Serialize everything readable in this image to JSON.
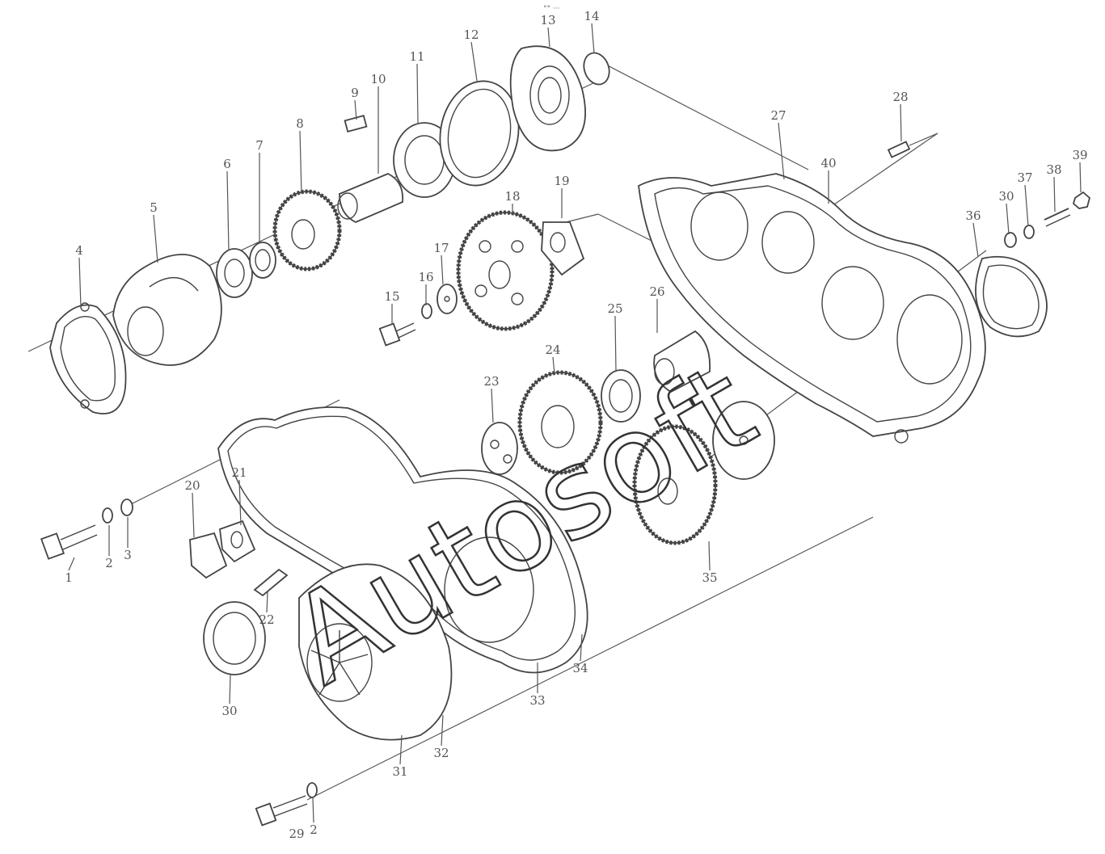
{
  "header_mark": "°° ···",
  "watermark": "Autosoft",
  "labels": [
    {
      "id": "p1",
      "text": "1"
    },
    {
      "id": "p2a",
      "text": "2"
    },
    {
      "id": "p3",
      "text": "3"
    },
    {
      "id": "p4",
      "text": "4"
    },
    {
      "id": "p5",
      "text": "5"
    },
    {
      "id": "p6",
      "text": "6"
    },
    {
      "id": "p7",
      "text": "7"
    },
    {
      "id": "p8",
      "text": "8"
    },
    {
      "id": "p9",
      "text": "9"
    },
    {
      "id": "p10",
      "text": "10"
    },
    {
      "id": "p11",
      "text": "11"
    },
    {
      "id": "p12",
      "text": "12"
    },
    {
      "id": "p13",
      "text": "13"
    },
    {
      "id": "p14",
      "text": "14"
    },
    {
      "id": "p15",
      "text": "15"
    },
    {
      "id": "p16",
      "text": "16"
    },
    {
      "id": "p17",
      "text": "17"
    },
    {
      "id": "p18",
      "text": "18"
    },
    {
      "id": "p19",
      "text": "19"
    },
    {
      "id": "p20",
      "text": "20"
    },
    {
      "id": "p21",
      "text": "21"
    },
    {
      "id": "p22",
      "text": "22"
    },
    {
      "id": "p23",
      "text": "23"
    },
    {
      "id": "p24",
      "text": "24"
    },
    {
      "id": "p25",
      "text": "25"
    },
    {
      "id": "p26",
      "text": "26"
    },
    {
      "id": "p27",
      "text": "27"
    },
    {
      "id": "p28",
      "text": "28"
    },
    {
      "id": "p29",
      "text": "29"
    },
    {
      "id": "p2b",
      "text": "2"
    },
    {
      "id": "p30a",
      "text": "30"
    },
    {
      "id": "p30b",
      "text": "30"
    },
    {
      "id": "p31",
      "text": "31"
    },
    {
      "id": "p32",
      "text": "32"
    },
    {
      "id": "p33",
      "text": "33"
    },
    {
      "id": "p34",
      "text": "34"
    },
    {
      "id": "p35",
      "text": "35"
    },
    {
      "id": "p36",
      "text": "36"
    },
    {
      "id": "p37",
      "text": "37"
    },
    {
      "id": "p38",
      "text": "38"
    },
    {
      "id": "p39",
      "text": "39"
    },
    {
      "id": "p40",
      "text": "40"
    }
  ]
}
